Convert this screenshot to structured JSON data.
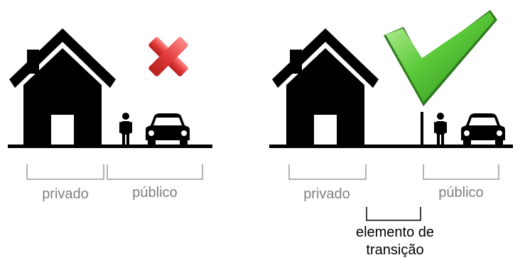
{
  "left_panel": {
    "private_label": "privado",
    "public_label": "público",
    "verdict": "cross-icon"
  },
  "right_panel": {
    "private_label": "privado",
    "public_label": "público",
    "transition_label_line1": "elemento de",
    "transition_label_line2": "transição",
    "verdict": "check-icon"
  },
  "colors": {
    "ink": "#000000",
    "bracket_gray": "#9a9a9a",
    "label_gray": "#7f7f7f",
    "cross_red": "#e0393e",
    "check_green": "#3fae2a"
  }
}
